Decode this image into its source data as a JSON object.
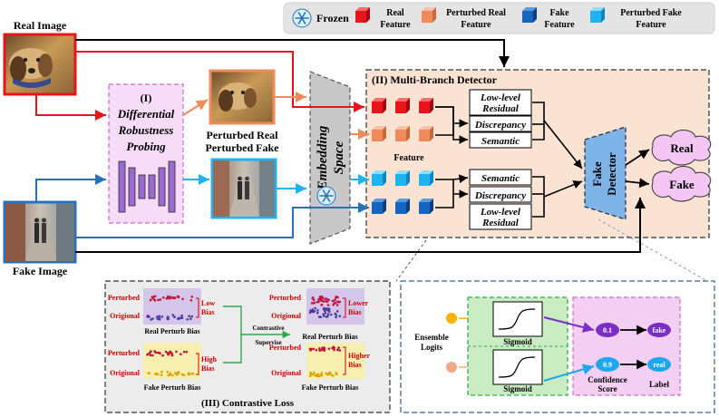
{
  "legend": {
    "frozen": "Frozen",
    "real_feature": [
      "Real",
      "Feature"
    ],
    "perturbed_real_feature": [
      "Perturbed Real",
      "Feature"
    ],
    "fake_feature": [
      "Fake",
      "Feature"
    ],
    "perturbed_fake_feature": [
      "Perturbed Fake",
      "Feature"
    ]
  },
  "inputs": {
    "real_image": "Real Image",
    "fake_image": "Fake Image",
    "perturbed_real": "Perturbed Real",
    "perturbed_fake": "Perturbed Fake"
  },
  "probing": {
    "index": "(I)",
    "title": [
      "Differential",
      "Robustness",
      "Probing"
    ]
  },
  "embedding_space": [
    "Embedding",
    "Space"
  ],
  "detector": {
    "title": "(II) Multi-Branch Detector",
    "feature_label": "Feature",
    "real_branches": [
      "Low-level|Residual",
      "Discrepancy",
      "Semantic"
    ],
    "fake_branches": [
      "Semantic",
      "Discrepancy",
      "Low-level|Residual"
    ],
    "head": [
      "Fake",
      "Detector"
    ],
    "outputs": [
      "Real",
      "Fake"
    ]
  },
  "contrastive": {
    "title": "(III) Contrastive Loss",
    "perturbed": "Perturbed",
    "original": "Origional",
    "low_bias": [
      "Low",
      "Bias"
    ],
    "high_bias": [
      "High",
      "Bias"
    ],
    "lower_bias": [
      "Lower",
      "Bias"
    ],
    "higher_bias": [
      "Higher",
      "Bias"
    ],
    "real_perturb_bias": "Real Perturb Bias",
    "fake_perturb_bias": "Fake Perturb Bias",
    "supervise": [
      "Contrastive",
      "Supervise"
    ]
  },
  "calibration": {
    "ensemble_logits": [
      "Ensemble",
      "Logits"
    ],
    "sigmoid": "Sigmoid",
    "scores": [
      "0.1",
      "0.9"
    ],
    "labels": [
      "fake",
      "real"
    ],
    "confidence_score": [
      "Confidence",
      "Score"
    ],
    "label_caption": "Label"
  },
  "colors": {
    "real": "#e8141c",
    "perturbed_real": "#f08a5a",
    "fake": "#1565c0",
    "perturbed_fake": "#1eb4f0",
    "fake_path": "#2a72b8",
    "detector_bg": "#fbe3d3",
    "probing_bg": "#f6dcf6",
    "sigmoid_bg": "#c9ecc2",
    "output_bg": "#f3cff3",
    "score_purple": "#7a2ec4",
    "score_blue": "#1ea7ee"
  }
}
